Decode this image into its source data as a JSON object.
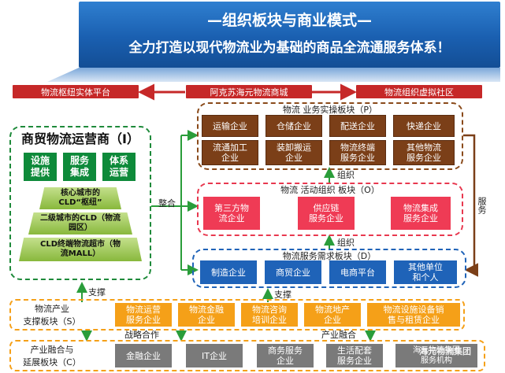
{
  "header": {
    "title": "—组织板块与商业模式—",
    "subtitle": "全力打造以现代物流业为基础的商品全流通服务体系！"
  },
  "top_bar": {
    "left": "物流枢纽实体平台",
    "center": "阿克苏海元物流商城",
    "right": "物流组织虚拟社区"
  },
  "operator": {
    "title": "商贸物流运营商（I）",
    "tags": [
      "设施\n提供",
      "服务\n集成",
      "体系\n运营"
    ],
    "levels": [
      "核心城市的\nCLD“枢纽”",
      "二级城市的CLD（物流\n园区）",
      "CLD终端物流超市（物\n流MALL）"
    ]
  },
  "connectors": {
    "integrate": "整合",
    "organize1": "组织",
    "organize2": "组织",
    "service": "服务",
    "support1": "支撑",
    "support2": "支撑",
    "strategic": "战略合作",
    "industry_fusion": "产业融合"
  },
  "p_block": {
    "title": "物流 业务实操板块（P）",
    "items": [
      "运输企业",
      "仓储企业",
      "配送企业",
      "快递企业",
      "流通加工\n企业",
      "装卸搬运\n企业",
      "物流终端\n服务企业",
      "其他物流\n服务企业"
    ]
  },
  "o_block": {
    "title": "物流 活动组织 板块（O）",
    "items": [
      "第三方物\n流企业",
      "供应链\n服务企业",
      "物流集成\n服务企业"
    ]
  },
  "d_block": {
    "title": "物流服务需求板块（D）",
    "items": [
      "制造企业",
      "商贸企业",
      "电商平台",
      "其他单位\n和个人"
    ]
  },
  "s_block": {
    "label": "物流产业\n支撑板块（S）",
    "items": [
      "物流运营\n服务企业",
      "物流金融\n企业",
      "物流咨询\n培训企业",
      "物流地产\n企业",
      "物流设施设备销\n售与租赁企业"
    ]
  },
  "c_block": {
    "label": "产业融合与\n延展板块（C）",
    "items": [
      "金融企业",
      "IT企业",
      "商务服务\n企业",
      "生活配套\n服务企业",
      "海元物流集团\n服务机构"
    ]
  },
  "watermark": "海元物流集团",
  "colors": {
    "header_blue": "#1a5fb0",
    "red": "#c62828",
    "green": "#0e8a3a",
    "brown": "#7b3f18",
    "pink": "#ef3b55",
    "blue": "#1f63b8",
    "orange": "#f5a018",
    "gray": "#7a7a7a"
  }
}
